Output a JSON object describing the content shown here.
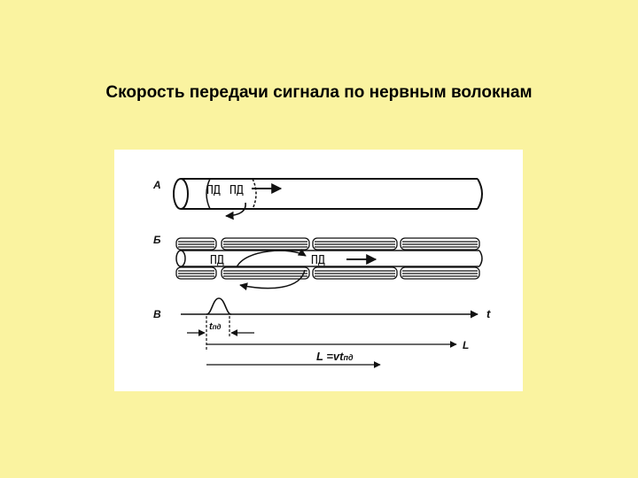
{
  "slide": {
    "title": "Скорость передачи сигнала по нервным волокнам"
  },
  "diagram": {
    "panel_a": {
      "label": "А",
      "ap_1": "ПД",
      "ap_2": "ПД"
    },
    "panel_b": {
      "label": "Б",
      "ap_1": "ПД",
      "ap_2": "ПД"
    },
    "panel_c": {
      "label": "В",
      "time_axis": "t",
      "duration_label": "t",
      "duration_sub": "пд",
      "distance_axis": "L",
      "formula_main": "L =vt",
      "formula_sub": "пд"
    }
  }
}
